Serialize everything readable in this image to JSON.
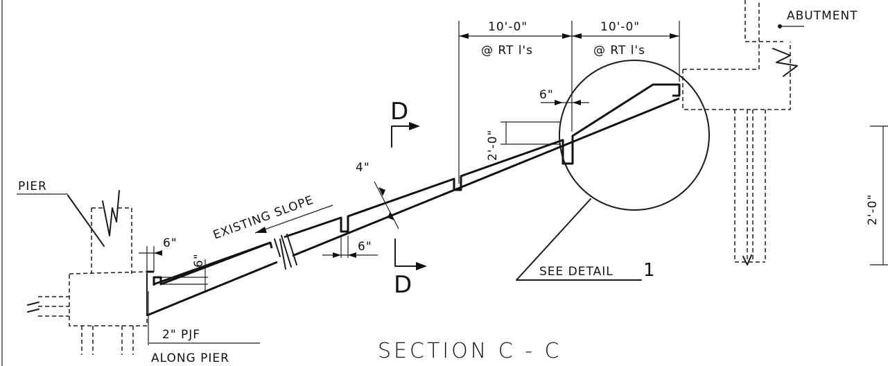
{
  "labels": {
    "abutment": "ABUTMENT",
    "pier": "PIER",
    "existing_slope": "EXISTING SLOPE",
    "see_detail": "SEE DETAIL",
    "detail_number": "1",
    "pjf": "2\" PJF",
    "along_pier": "ALONG PIER",
    "section_title": "SECTION C - C",
    "cut_top": "D",
    "cut_bottom": "D"
  },
  "dimensions": {
    "spacing_1": "10'-0\"",
    "spacing_1_sub": "@ RT l's",
    "spacing_2": "10'-0\"",
    "spacing_2_sub": "@ RT l's",
    "lug_width_top": "6\"",
    "lug_depth": "2'-0\"",
    "slab_thickness": "4\"",
    "lug_width_mid": "6\"",
    "lug_width_left": "6\"",
    "toe_depth": "6\"",
    "right_height": "2'-0\""
  }
}
